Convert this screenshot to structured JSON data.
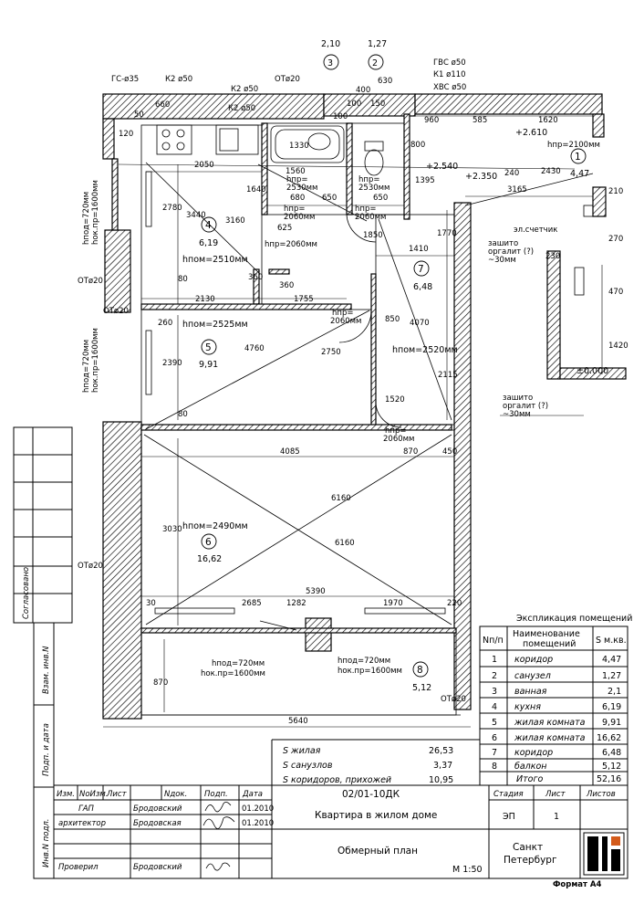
{
  "axes": {
    "c3_val": "2,10",
    "c3_num": "3",
    "c2_val": "1,27",
    "c2_num": "2"
  },
  "pipes": {
    "gs": "ГС-ø35",
    "k2a": "К2 ø50",
    "k2b": "К2 ø50",
    "k2c": "К2 ø50",
    "ot1": "ОТø20",
    "gvs": "ГВС ø50",
    "k1": "К1 ø110",
    "hvs": "ХВС ø50",
    "ot_left1": "ОТø20",
    "ot_left2": "ОТø20",
    "ot_left3": "ОТø20",
    "ot_bottom": "ОТø20"
  },
  "dims": {
    "d660": "660",
    "d120": "120",
    "d50": "50",
    "d630": "630",
    "d400": "400",
    "d100a": "100",
    "d150": "150",
    "d960": "960",
    "d585": "585",
    "d1620": "1620",
    "d1330": "1330",
    "d2050": "2050",
    "d1560": "1560",
    "d680": "680",
    "d650a": "650",
    "d650b": "650",
    "d1640": "1640",
    "d800": "800",
    "d1395": "1395",
    "d3165": "3165",
    "d2780": "2780",
    "d3440": "3440",
    "d3160": "3160",
    "d625": "625",
    "d1850": "1850",
    "d1770": "1770",
    "d2430": "2430",
    "d240": "240",
    "d210": "210",
    "d270": "270",
    "d230": "230",
    "d470": "470",
    "d1420": "1420",
    "d1410": "1410",
    "d360a": "360",
    "d360b": "360",
    "d80a": "80",
    "d2130": "2130",
    "d1755": "1755",
    "d4070": "4070",
    "d260": "260",
    "d850": "850",
    "d2390": "2390",
    "d4760": "4760",
    "d2750": "2750",
    "d1520": "1520",
    "d2115": "2115",
    "d80b": "80",
    "d4085": "4085",
    "d870a": "870",
    "d450": "450",
    "d3030": "3030",
    "d6160a": "6160",
    "d6160b": "6160",
    "d5390": "5390",
    "d30": "30",
    "d2685": "2685",
    "d1282": "1282",
    "d1970": "1970",
    "d220": "220",
    "d870b": "870",
    "d5640": "5640",
    "d100b": "100"
  },
  "levels": {
    "l1": "+2.610",
    "l2": "+2.540",
    "l3": "+2.350",
    "l4": "±0.000"
  },
  "rooms": [
    {
      "num": "1",
      "area": "4,47",
      "height": "hпр=2100мм"
    },
    {
      "num": "4",
      "area": "6,19",
      "height": "hпом=2510мм"
    },
    {
      "num": "5",
      "area": "9,91",
      "height": "hпом=2525мм"
    },
    {
      "num": "6",
      "area": "16,62",
      "height": "hпом=2490мм"
    },
    {
      "num": "7",
      "area": "6,48",
      "height": "hпом=2520мм"
    },
    {
      "num": "8",
      "area": "5,12",
      "height": ""
    }
  ],
  "openings": {
    "bath_h1": "hпр=",
    "bath_h2": "2530мм",
    "bath_h3": "hпр=",
    "bath_h4": "2060мм",
    "wc_h1": "hпр=",
    "wc_h2": "2530мм",
    "wc_h3": "hпр=",
    "wc_h4": "2060мм",
    "kitchen_door": "hпр=2060мм",
    "mid_door1": "hпр=",
    "mid_door2": "2060мм",
    "low_door": "hпр=",
    "low_door2": "2060мм",
    "win_left1": "hпод=720мм",
    "win_left2": "hок.пр=1600мм",
    "win_left3": "hпод=720мм",
    "win_left4": "hок.пр=1600мм",
    "win_bal1": "hпод=720мм",
    "win_bal2": "hок.пр=1600мм",
    "win_bal3": "hпод=720мм",
    "win_bal4": "hок.пр=1600мм"
  },
  "notes": {
    "meter": "эл.счетчик",
    "zashito1a": "зашито",
    "zashito1b": "оргалит (?)",
    "zashito1c": "~30мм",
    "zashito2a": "зашито",
    "zashito2b": "оргалит (?)",
    "zashito2c": "~30мм"
  },
  "explication": {
    "title": "Экспликация помещений",
    "h_num": "Nп/п",
    "h_name1": "Наименование",
    "h_name2": "помещений",
    "h_area": "S м.кв.",
    "rows": [
      {
        "n": "1",
        "name": "коридор",
        "s": "4,47"
      },
      {
        "n": "2",
        "name": "санузел",
        "s": "1,27"
      },
      {
        "n": "3",
        "name": "ванная",
        "s": "2,1"
      },
      {
        "n": "4",
        "name": "кухня",
        "s": "6,19"
      },
      {
        "n": "5",
        "name": "жилая комната",
        "s": "9,91"
      },
      {
        "n": "6",
        "name": "жилая комната",
        "s": "16,62"
      },
      {
        "n": "7",
        "name": "коридор",
        "s": "6,48"
      },
      {
        "n": "8",
        "name": "балкон",
        "s": "5,12"
      }
    ],
    "total_label": "Итого",
    "total": "52,16"
  },
  "summary": [
    {
      "label": "S жилая",
      "value": "26,53"
    },
    {
      "label": "S санузлов",
      "value": "3,37"
    },
    {
      "label": "S коридоров, прихожей",
      "value": "10,95"
    }
  ],
  "stamp": {
    "h1": "Изм.",
    "h2": "NоИзм.",
    "h3": "Лист",
    "h4": "Nдок.",
    "h5": "Подп.",
    "h6": "Дата",
    "r1_role": "ГАП",
    "r1_name": "Бродовский",
    "r1_date": "01.2010",
    "r2_role": "архитектор",
    "r2_name": "Бродовская",
    "r2_date": "01.2010",
    "r3_role": "Проверил",
    "r3_name": "Бродовский",
    "code": "02/01-10ДК",
    "object": "Квартира в жилом доме",
    "sheet_title": "Обмерный план",
    "scale": "М 1:50",
    "stage_h": "Стадия",
    "sheet_h": "Лист",
    "sheets_h": "Листов",
    "stage": "ЭП",
    "sheet": "1",
    "city1": "Санкт",
    "city2": "Петербург",
    "format": "Формат А4"
  },
  "side": {
    "s1": "Согласовано",
    "s2": "Взам. инв.N",
    "s3": "Подп. и дата",
    "s4": "Инв.N подл."
  }
}
